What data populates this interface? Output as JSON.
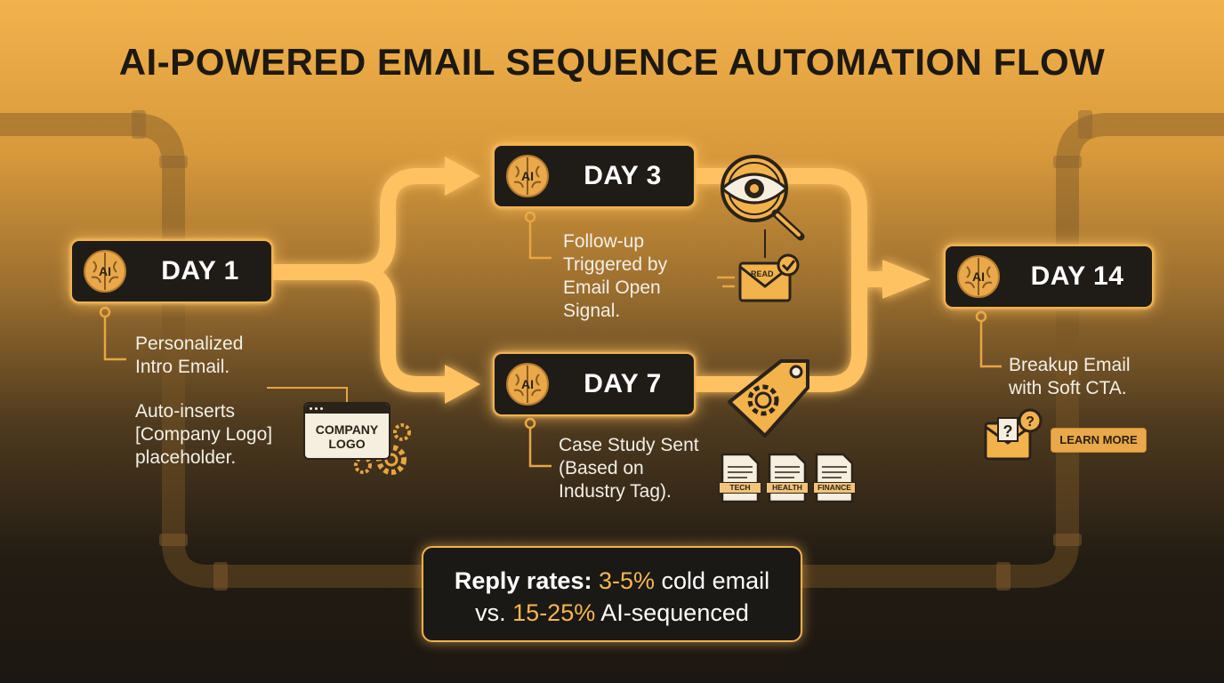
{
  "title": "AI-POWERED EMAIL SEQUENCE AUTOMATION FLOW",
  "colors": {
    "accent": "#f2b24c",
    "box_bg": "#1f1c18",
    "text": "#f3efe6",
    "highlight": "#f5b650"
  },
  "brain_icon_label": "AI",
  "steps": [
    {
      "day": "DAY 1",
      "lines": [
        "Personalized",
        "Intro Email."
      ],
      "extra_lines": [
        "Auto-inserts",
        "[Company Logo]",
        "placeholder."
      ],
      "asset": {
        "lines": [
          "COMPANY",
          "LOGO"
        ]
      }
    },
    {
      "day": "DAY 3",
      "lines": [
        "Follow-up",
        "Triggered by",
        "Email Open",
        "Signal."
      ],
      "asset": {
        "label": "READ"
      }
    },
    {
      "day": "DAY 7",
      "lines": [
        "Case Study Sent",
        "(Based on",
        "Industry Tag)."
      ],
      "tags": [
        "TECH",
        "HEALTH",
        "FINANCE"
      ]
    },
    {
      "day": "DAY 14",
      "lines": [
        "Breakup Email",
        "with Soft CTA."
      ],
      "button": "LEARN MORE"
    }
  ],
  "stats": {
    "label": "Reply rates:",
    "cold_value": "3-5%",
    "cold_text": "cold email",
    "vs": "vs.",
    "ai_value": "15-25%",
    "ai_text": "AI-sequenced"
  }
}
